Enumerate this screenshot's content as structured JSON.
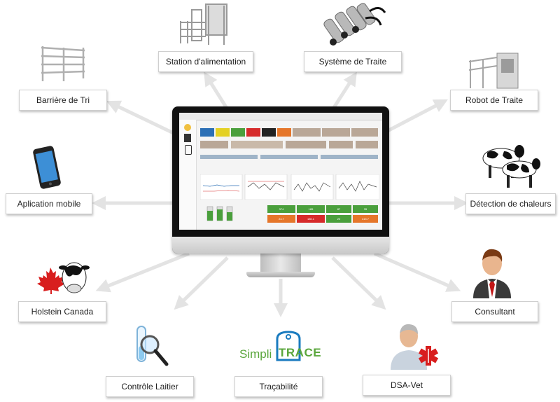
{
  "nodes": {
    "station": "Station d'alimentation",
    "traite": "Système de Traite",
    "barriere": "Barrière de Tri",
    "robot": "Robot de Traite",
    "mobile": "Aplication mobile",
    "chaleurs": "Détection de chaleurs",
    "holstein": "Holstein Canada",
    "consultant": "Consultant",
    "controle": "Contrôle Laitier",
    "tracabilite": "Traçabilité",
    "dsa": "DSA-Vet"
  },
  "logo": {
    "simpli": "Simpli",
    "trace": "TRACE"
  },
  "screen": {
    "metrics": [
      "374",
      "185",
      "87",
      "35"
    ],
    "metrics2": [
      "24.7",
      "185.1",
      "20",
      "413.7"
    ]
  },
  "colors": {
    "arrow": "#e3e3e3",
    "trace_green": "#5aa63c",
    "trace_blue": "#1a7bbf",
    "maple_red": "#d81e1e"
  }
}
